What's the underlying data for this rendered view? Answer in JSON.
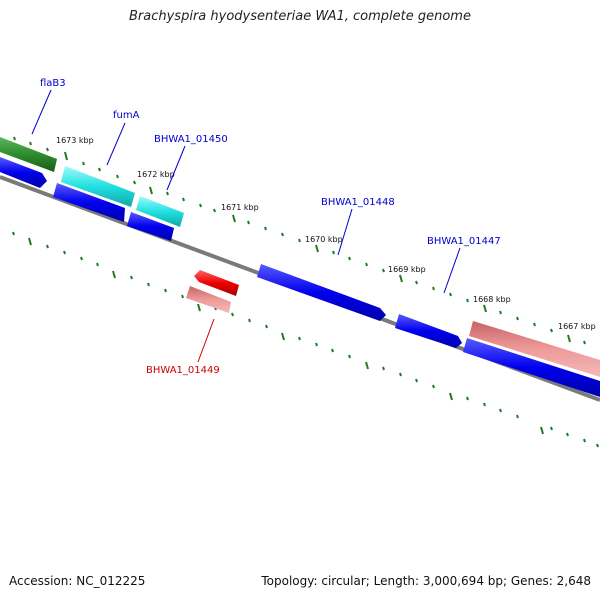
{
  "title": "Brachyspira hyodysenteriae WA1, complete genome",
  "footer": {
    "accession": "Accession: NC_012225",
    "summary": "Topology: circular; Length: 3,000,694 bp; Genes: 2,648"
  },
  "colors": {
    "backbone": "#7a7a7a",
    "tick": "#1e7a1e",
    "label_blue": "#0000cc",
    "label_red": "#cc0000",
    "cds_forward": "#0000ee",
    "cds_reverse": "#0000ee",
    "flab3": "#2e8b2e",
    "fuma": "#22e0e0",
    "pseudo_red": "#ee0000",
    "pseudo_pink": "#ee8888"
  },
  "ticks": [
    "1667 kbp",
    "1668 kbp",
    "1669 kbp",
    "1670 kbp",
    "1671 kbp",
    "1672 kbp",
    "1673 kbp"
  ],
  "genes": {
    "flaB3": "flaB3",
    "fumA": "fumA",
    "g01450": "BHWA1_01450",
    "g01448": "BHWA1_01448",
    "g01447": "BHWA1_01447",
    "g01449": "BHWA1_01449"
  }
}
